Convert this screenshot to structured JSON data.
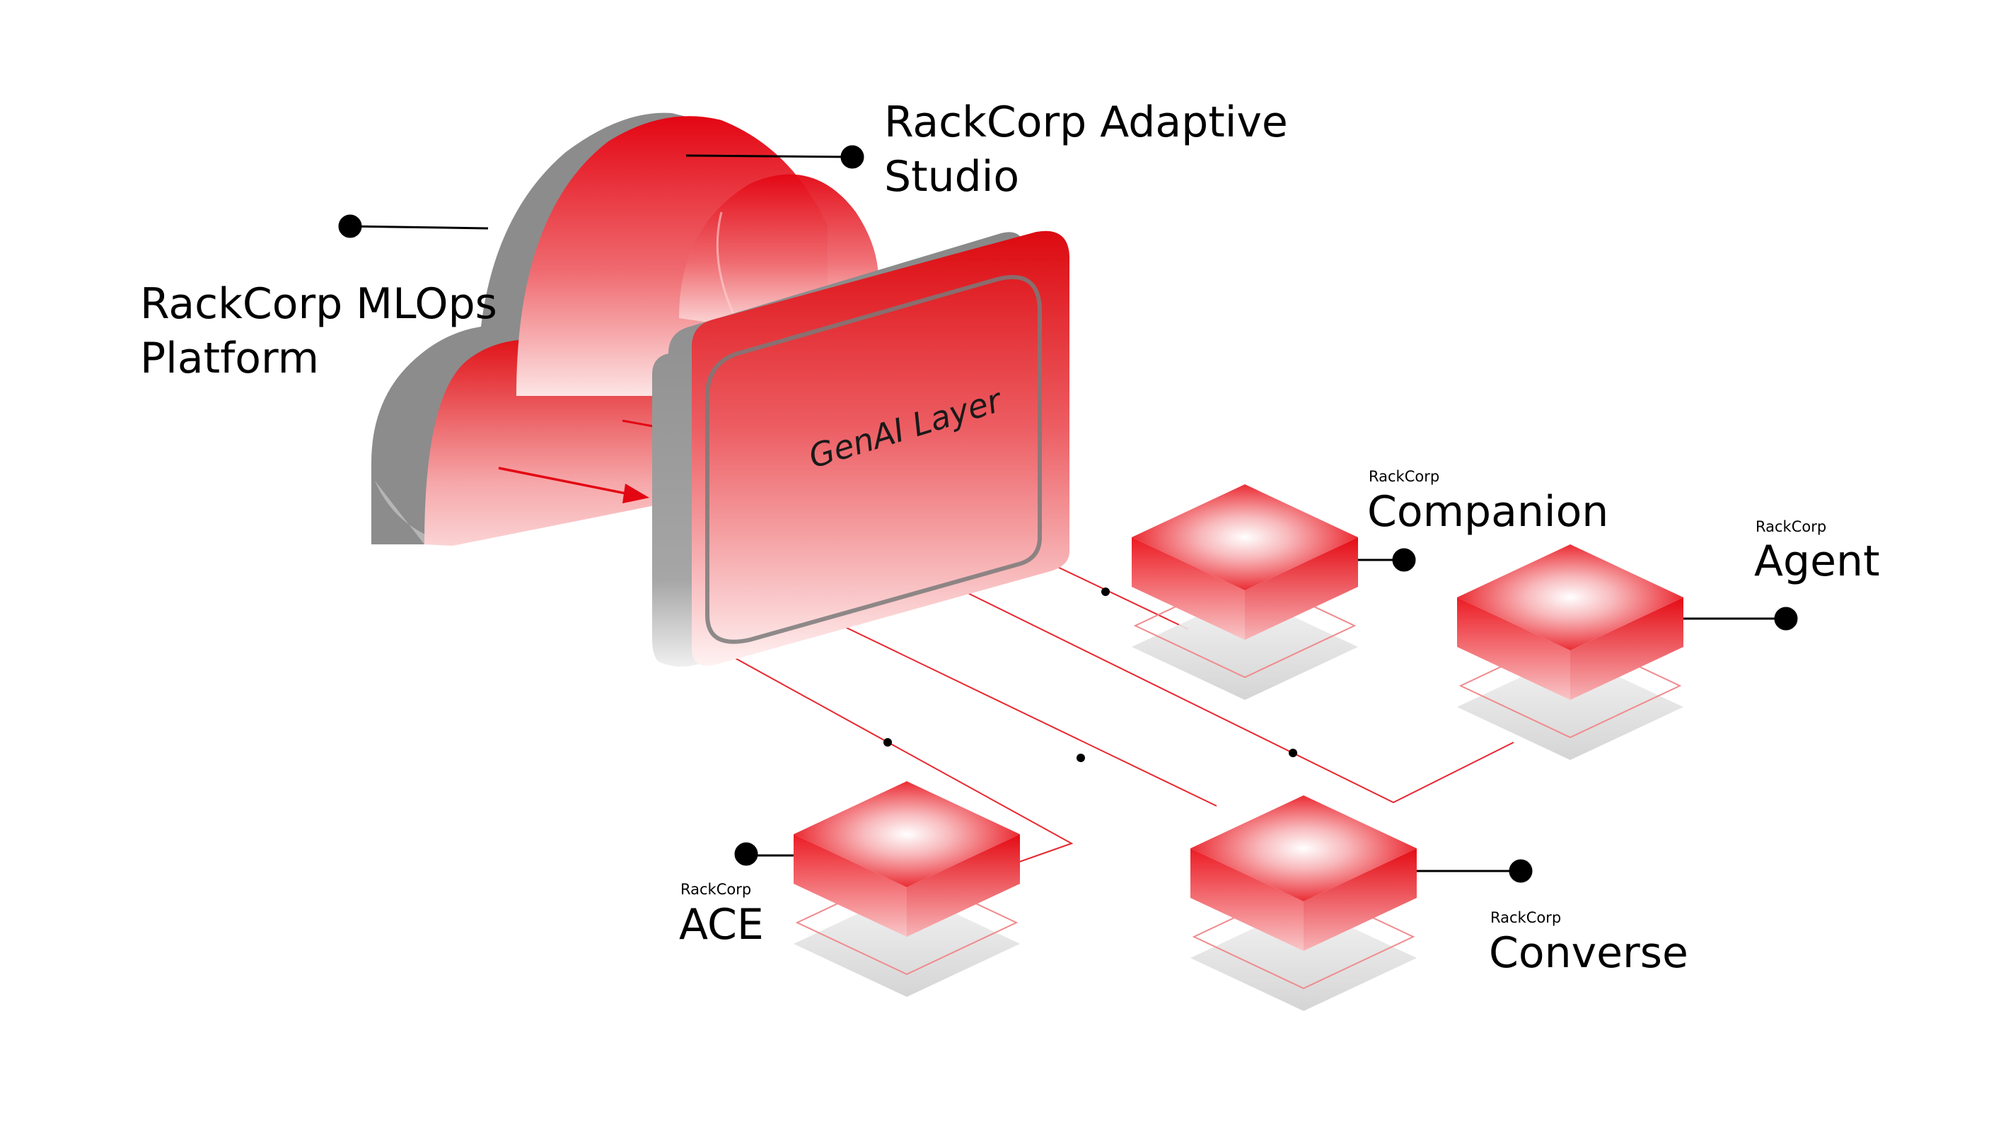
{
  "labels": {
    "adaptive_studio": [
      "RackCorp Adaptive",
      "Studio"
    ],
    "mlops_platform": [
      "RackCorp MLOps",
      "Platform"
    ],
    "genai_layer": "GenAI Layer"
  },
  "modules": [
    {
      "id": "companion",
      "brand": "RackCorp",
      "name": "Companion"
    },
    {
      "id": "agent",
      "brand": "RackCorp",
      "name": "Agent"
    },
    {
      "id": "ace",
      "brand": "RackCorp",
      "name": "ACE"
    },
    {
      "id": "converse",
      "brand": "RackCorp",
      "name": "Converse"
    }
  ],
  "colors": {
    "accent_red": "#e30613",
    "cloud_side_gray": "#8c8c8c",
    "shadow_gray": "#d9d9d9",
    "text": "#000000"
  }
}
